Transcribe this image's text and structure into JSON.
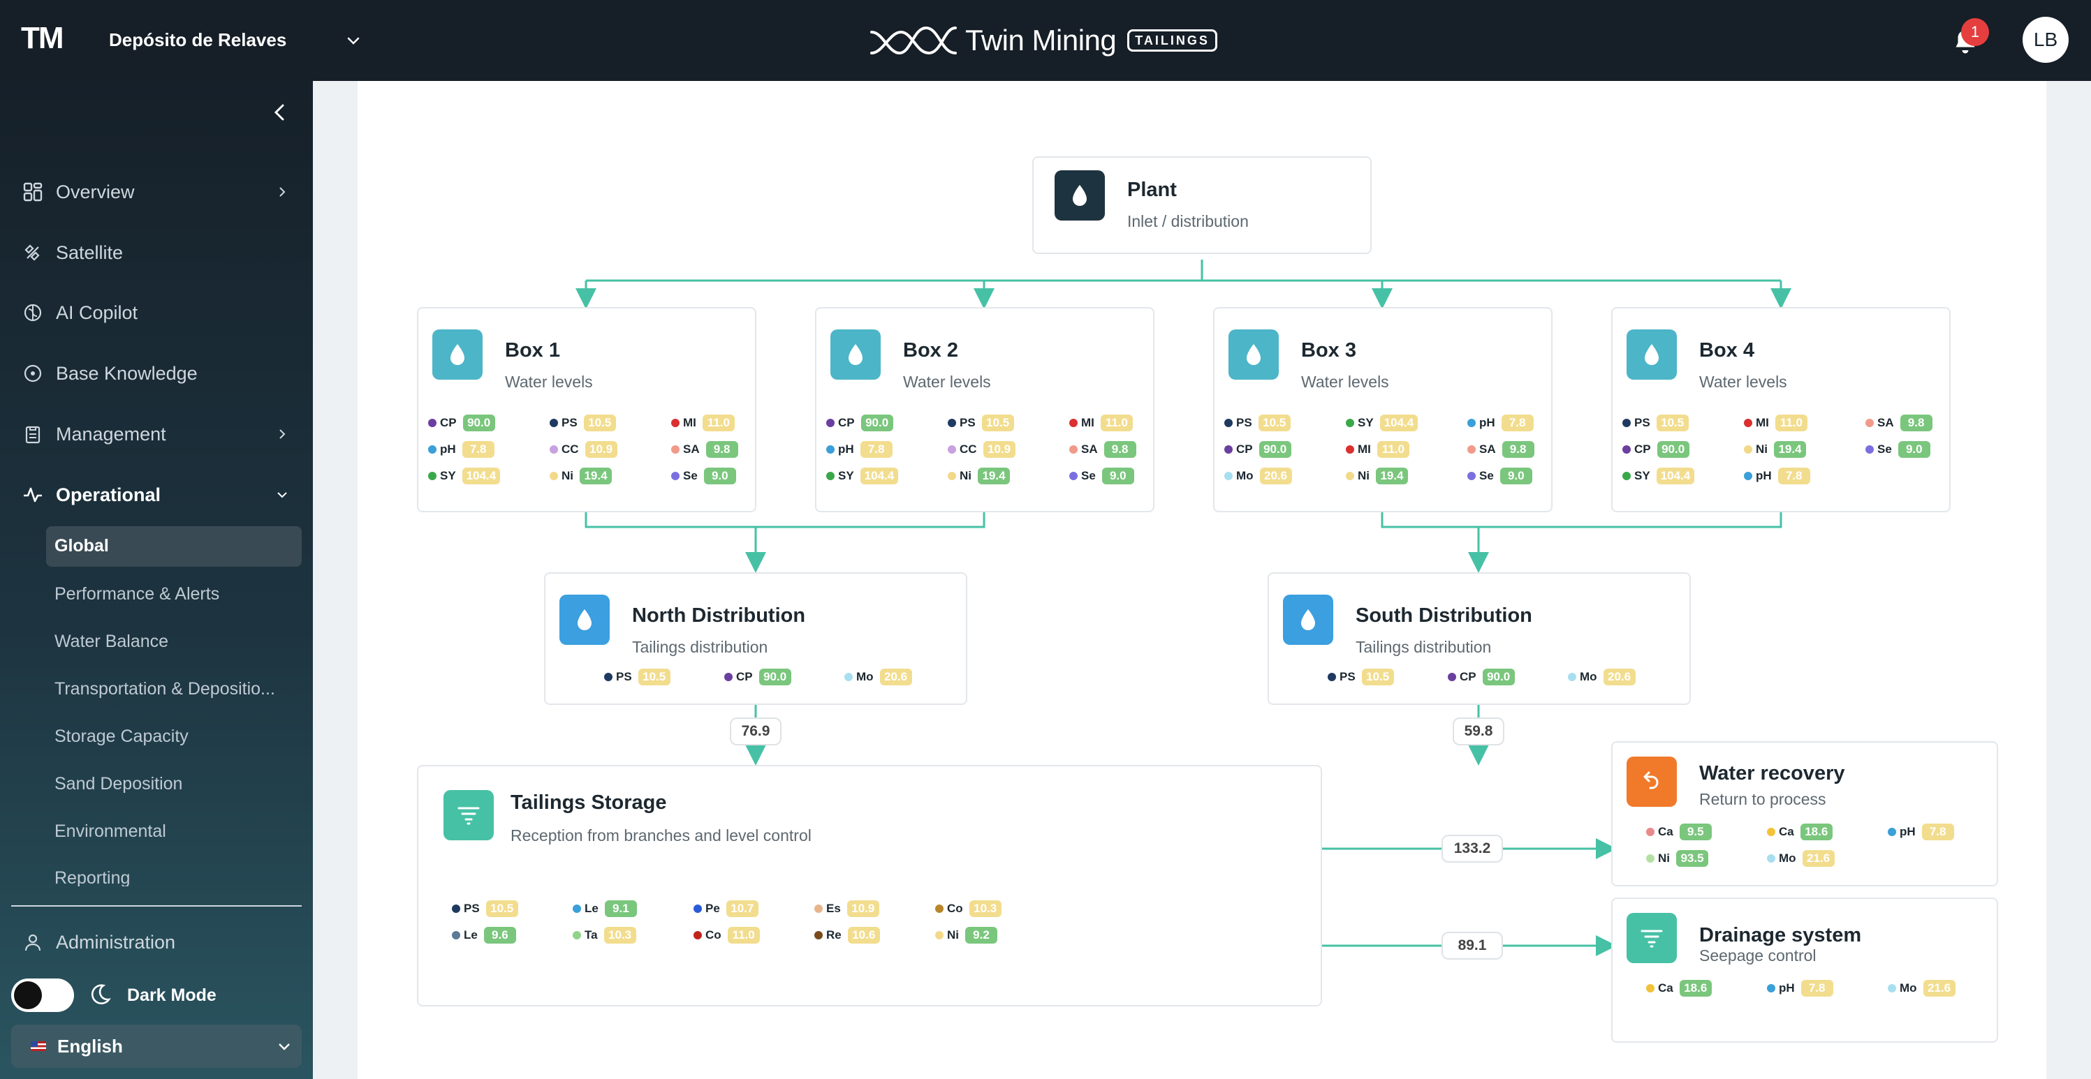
{
  "header": {
    "logo": "TM",
    "site": "Depósito de Relaves",
    "brand": "Twin Mining",
    "brand_tag": "TAILINGS",
    "notifications": "1",
    "avatar": "LB"
  },
  "sidebar": {
    "nav": [
      {
        "label": "Overview",
        "icon": "grid-icon"
      },
      {
        "label": "Satellite",
        "icon": "satellite-icon"
      },
      {
        "label": "AI Copilot",
        "icon": "brain-icon"
      },
      {
        "label": "Base Knowledge",
        "icon": "compass-icon"
      },
      {
        "label": "Management",
        "icon": "clipboard-icon"
      },
      {
        "label": "Operational",
        "icon": "activity-icon"
      }
    ],
    "sub": [
      "Global",
      "Performance & Alerts",
      "Water Balance",
      "Transportation & Depositio...",
      "Storage Capacity",
      "Sand Deposition",
      "Environmental",
      "Reporting"
    ],
    "admin": "Administration",
    "dark_mode": "Dark Mode",
    "language": "English"
  },
  "colors": {
    "accent": "#46c1a5",
    "yellow": "#f2dd8e",
    "green": "#7ac67d"
  },
  "diagram": {
    "plant": {
      "title": "Plant",
      "sub": "Inlet / distribution"
    },
    "boxes": [
      {
        "title": "Box 1",
        "sub": "Water levels",
        "metrics": [
          {
            "k": "CP",
            "v": "90.0",
            "c": "#6b3fa0",
            "t": "g"
          },
          {
            "k": "PS",
            "v": "10.5",
            "c": "#1f3a60",
            "t": "y"
          },
          {
            "k": "MI",
            "v": "11.0",
            "c": "#d93030",
            "t": "y"
          },
          {
            "k": "pH",
            "v": "7.8",
            "c": "#3b9fd8",
            "t": "y"
          },
          {
            "k": "CC",
            "v": "10.9",
            "c": "#c8a2e0",
            "t": "y"
          },
          {
            "k": "SA",
            "v": "9.8",
            "c": "#f09a8a",
            "t": "g"
          },
          {
            "k": "SY",
            "v": "104.4",
            "c": "#3aa84a",
            "t": "y"
          },
          {
            "k": "Ni",
            "v": "19.4",
            "c": "#f2d98a",
            "t": "g"
          },
          {
            "k": "Se",
            "v": "9.0",
            "c": "#7b6fe0",
            "t": "g"
          }
        ]
      },
      {
        "title": "Box 2",
        "sub": "Water levels",
        "metrics": [
          {
            "k": "CP",
            "v": "90.0",
            "c": "#6b3fa0",
            "t": "g"
          },
          {
            "k": "PS",
            "v": "10.5",
            "c": "#1f3a60",
            "t": "y"
          },
          {
            "k": "MI",
            "v": "11.0",
            "c": "#d93030",
            "t": "y"
          },
          {
            "k": "pH",
            "v": "7.8",
            "c": "#3b9fd8",
            "t": "y"
          },
          {
            "k": "CC",
            "v": "10.9",
            "c": "#c8a2e0",
            "t": "y"
          },
          {
            "k": "SA",
            "v": "9.8",
            "c": "#f09a8a",
            "t": "g"
          },
          {
            "k": "SY",
            "v": "104.4",
            "c": "#3aa84a",
            "t": "y"
          },
          {
            "k": "Ni",
            "v": "19.4",
            "c": "#f2d98a",
            "t": "g"
          },
          {
            "k": "Se",
            "v": "9.0",
            "c": "#7b6fe0",
            "t": "g"
          }
        ]
      },
      {
        "title": "Box 3",
        "sub": "Water levels",
        "metrics": [
          {
            "k": "PS",
            "v": "10.5",
            "c": "#1f3a60",
            "t": "y"
          },
          {
            "k": "SY",
            "v": "104.4",
            "c": "#3aa84a",
            "t": "y"
          },
          {
            "k": "pH",
            "v": "7.8",
            "c": "#3b9fd8",
            "t": "y"
          },
          {
            "k": "CP",
            "v": "90.0",
            "c": "#6b3fa0",
            "t": "g"
          },
          {
            "k": "MI",
            "v": "11.0",
            "c": "#d93030",
            "t": "y"
          },
          {
            "k": "SA",
            "v": "9.8",
            "c": "#f09a8a",
            "t": "g"
          },
          {
            "k": "Mo",
            "v": "20.6",
            "c": "#a8dff0",
            "t": "y"
          },
          {
            "k": "Ni",
            "v": "19.4",
            "c": "#f2d98a",
            "t": "g"
          },
          {
            "k": "Se",
            "v": "9.0",
            "c": "#7b6fe0",
            "t": "g"
          }
        ]
      },
      {
        "title": "Box 4",
        "sub": "Water levels",
        "metrics": [
          {
            "k": "PS",
            "v": "10.5",
            "c": "#1f3a60",
            "t": "y"
          },
          {
            "k": "MI",
            "v": "11.0",
            "c": "#d93030",
            "t": "y"
          },
          {
            "k": "SA",
            "v": "9.8",
            "c": "#f09a8a",
            "t": "g"
          },
          {
            "k": "CP",
            "v": "90.0",
            "c": "#6b3fa0",
            "t": "g"
          },
          {
            "k": "Ni",
            "v": "19.4",
            "c": "#f2d98a",
            "t": "g"
          },
          {
            "k": "Se",
            "v": "9.0",
            "c": "#7b6fe0",
            "t": "g"
          },
          {
            "k": "SY",
            "v": "104.4",
            "c": "#3aa84a",
            "t": "y"
          },
          {
            "k": "pH",
            "v": "7.8",
            "c": "#3b9fd8",
            "t": "y"
          }
        ]
      }
    ],
    "north": {
      "title": "North Distribution",
      "sub": "Tailings distribution",
      "metrics": [
        {
          "k": "PS",
          "v": "10.5",
          "c": "#1f3a60",
          "t": "y"
        },
        {
          "k": "CP",
          "v": "90.0",
          "c": "#6b3fa0",
          "t": "g"
        },
        {
          "k": "Mo",
          "v": "20.6",
          "c": "#a8dff0",
          "t": "y"
        }
      ]
    },
    "south": {
      "title": "South Distribution",
      "sub": "Tailings distribution",
      "metrics": [
        {
          "k": "PS",
          "v": "10.5",
          "c": "#1f3a60",
          "t": "y"
        },
        {
          "k": "CP",
          "v": "90.0",
          "c": "#6b3fa0",
          "t": "g"
        },
        {
          "k": "Mo",
          "v": "20.6",
          "c": "#a8dff0",
          "t": "y"
        }
      ]
    },
    "storage": {
      "title": "Tailings Storage",
      "sub": "Reception from branches and level control",
      "metrics": [
        {
          "k": "PS",
          "v": "10.5",
          "c": "#1f3a60",
          "t": "y"
        },
        {
          "k": "Le",
          "v": "9.1",
          "c": "#3b9fd8",
          "t": "g"
        },
        {
          "k": "Pe",
          "v": "10.7",
          "c": "#2a5bd7",
          "t": "y"
        },
        {
          "k": "Es",
          "v": "10.9",
          "c": "#e8b48a",
          "t": "y"
        },
        {
          "k": "Co",
          "v": "10.3",
          "c": "#b8862a",
          "t": "y"
        },
        {
          "k": "Le",
          "v": "9.6",
          "c": "#5a7a95",
          "t": "g"
        },
        {
          "k": "Ta",
          "v": "10.3",
          "c": "#8fd48a",
          "t": "y"
        },
        {
          "k": "Co",
          "v": "11.0",
          "c": "#c0251c",
          "t": "y"
        },
        {
          "k": "Re",
          "v": "10.6",
          "c": "#7a4a1a",
          "t": "y"
        },
        {
          "k": "Ni",
          "v": "9.2",
          "c": "#f2d98a",
          "t": "g"
        }
      ]
    },
    "water": {
      "title": "Water recovery",
      "sub": "Return to process",
      "metrics": [
        {
          "k": "Ca",
          "v": "9.5",
          "c": "#e88a8a",
          "t": "g"
        },
        {
          "k": "Ca",
          "v": "18.6",
          "c": "#f2c23a",
          "t": "g"
        },
        {
          "k": "pH",
          "v": "7.8",
          "c": "#3b9fd8",
          "t": "y"
        },
        {
          "k": "Ni",
          "v": "93.5",
          "c": "#b5e0a5",
          "t": "g"
        },
        {
          "k": "Mo",
          "v": "21.6",
          "c": "#a8dff0",
          "t": "y"
        }
      ]
    },
    "drain": {
      "title": "Drainage system",
      "sub": "Seepage control",
      "metrics": [
        {
          "k": "Ca",
          "v": "18.6",
          "c": "#f2c23a",
          "t": "g"
        },
        {
          "k": "pH",
          "v": "7.8",
          "c": "#3b9fd8",
          "t": "y"
        },
        {
          "k": "Mo",
          "v": "21.6",
          "c": "#a8dff0",
          "t": "y"
        }
      ]
    },
    "flows": {
      "north_to_storage": "76.9",
      "south_to_storage": "59.8",
      "to_water": "133.2",
      "to_drain": "89.1"
    }
  }
}
